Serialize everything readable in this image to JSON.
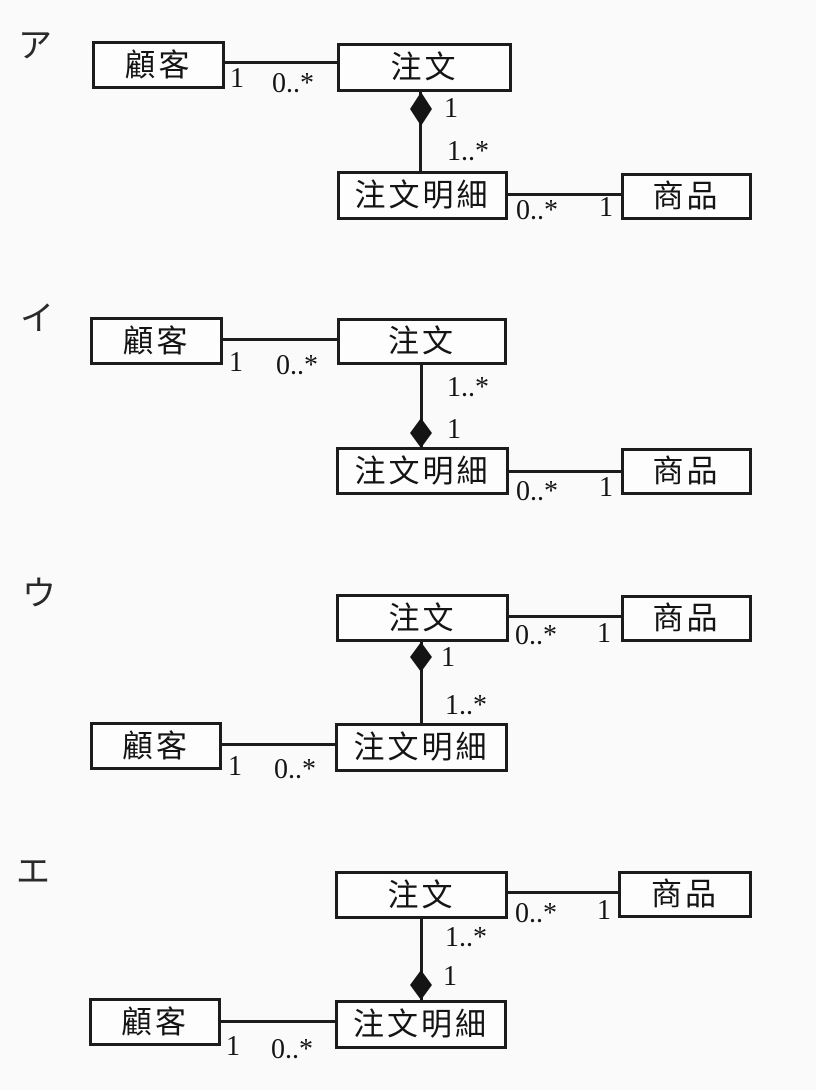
{
  "sections": [
    {
      "label": "ア",
      "entities": {
        "customer": "顧客",
        "order": "注文",
        "order_detail": "注文明細",
        "product": "商品"
      },
      "multiplicities": {
        "customer_near": "1",
        "customer_far": "0..*",
        "composition_whole": "1",
        "composition_part": "1..*",
        "product_far": "0..*",
        "product_near": "1"
      }
    },
    {
      "label": "イ",
      "entities": {
        "customer": "顧客",
        "order": "注文",
        "order_detail": "注文明細",
        "product": "商品"
      },
      "multiplicities": {
        "customer_near": "1",
        "customer_far": "0..*",
        "composition_whole": "1",
        "composition_part": "1..*",
        "product_far": "0..*",
        "product_near": "1"
      }
    },
    {
      "label": "ウ",
      "entities": {
        "customer": "顧客",
        "order": "注文",
        "order_detail": "注文明細",
        "product": "商品"
      },
      "multiplicities": {
        "customer_near": "1",
        "customer_far": "0..*",
        "composition_whole": "1",
        "composition_part": "1..*",
        "product_far": "0..*",
        "product_near": "1"
      }
    },
    {
      "label": "エ",
      "entities": {
        "customer": "顧客",
        "order": "注文",
        "order_detail": "注文明細",
        "product": "商品"
      },
      "multiplicities": {
        "customer_near": "1",
        "customer_far": "0..*",
        "composition_whole": "1",
        "composition_part": "1..*",
        "product_far": "0..*",
        "product_near": "1"
      }
    }
  ]
}
